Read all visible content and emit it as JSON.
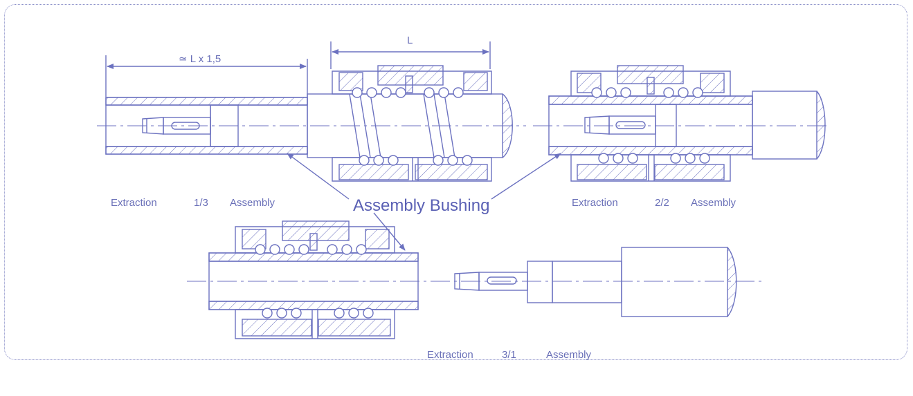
{
  "dimensions": {
    "tube_length": "≃ L x 1,5",
    "nut_length": "L"
  },
  "callout": "Assembly Bushing",
  "steps": [
    {
      "left": "Extraction",
      "step": "1/3",
      "right": "Assembly"
    },
    {
      "left": "Extraction",
      "step": "2/2",
      "right": "Assembly"
    },
    {
      "left": "Extraction",
      "step": "3/1",
      "right": "Assembly"
    }
  ],
  "colors": {
    "line": "#6c72c0",
    "text": "#6a70b8",
    "frame": "#8a8fc8"
  }
}
